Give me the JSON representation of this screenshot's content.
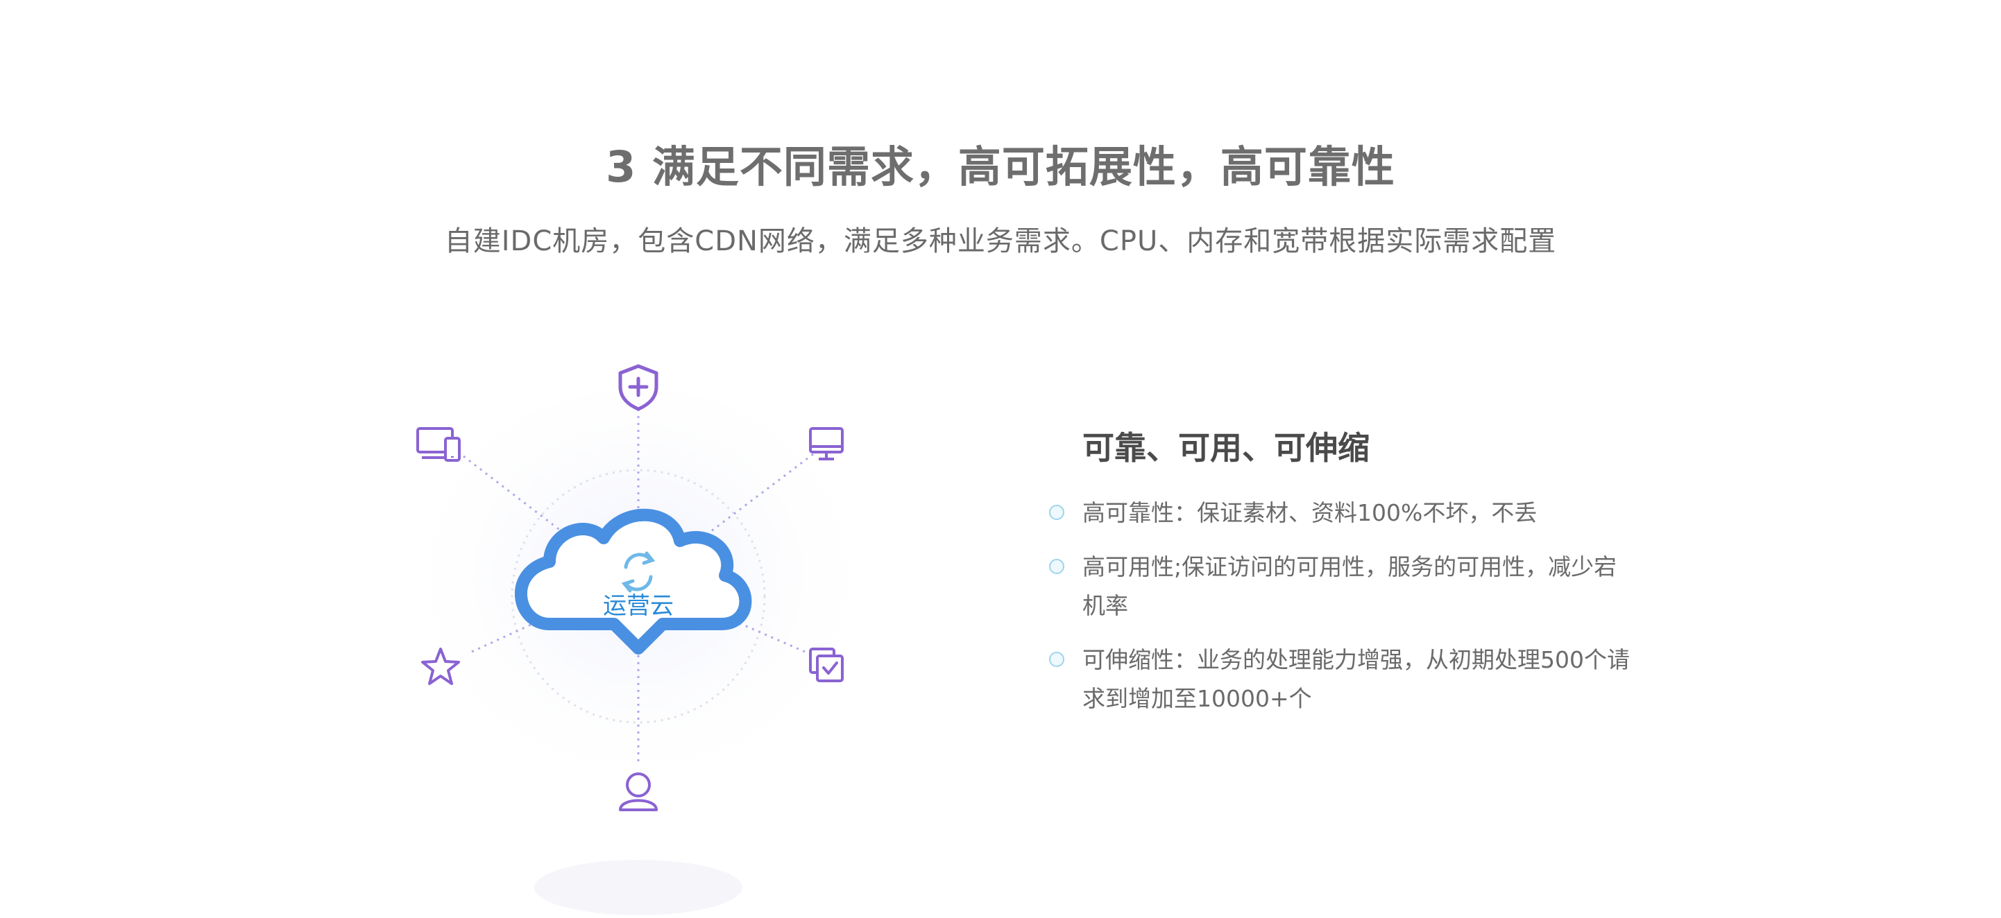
{
  "section": {
    "title": "3 满足不同需求，高可拓展性，高可靠性",
    "subtitle": "自建IDC机房，包含CDN网络，满足多种业务需求。CPU、内存和宽带根据实际需求配置"
  },
  "diagram": {
    "center_label": "运营云",
    "icons": [
      "shield-plus-icon",
      "monitor-icon",
      "devices-icon",
      "star-icon",
      "checklist-icon",
      "user-icon",
      "refresh-icon"
    ],
    "colors": {
      "accent": "#8a63d2",
      "cloud": "#4a90e2",
      "label": "#2a8ad8",
      "line": "#b0a8e8"
    }
  },
  "features": {
    "title": "可靠、可用、可伸缩",
    "items": [
      {
        "text": "高可靠性：保证素材、资料100%不坏，不丢"
      },
      {
        "text": "高可用性;保证访问的可用性，服务的可用性，减少宕机率"
      },
      {
        "text": "可伸缩性：业务的处理能力增强，从初期处理500个请求到增加至10000+个"
      }
    ]
  }
}
